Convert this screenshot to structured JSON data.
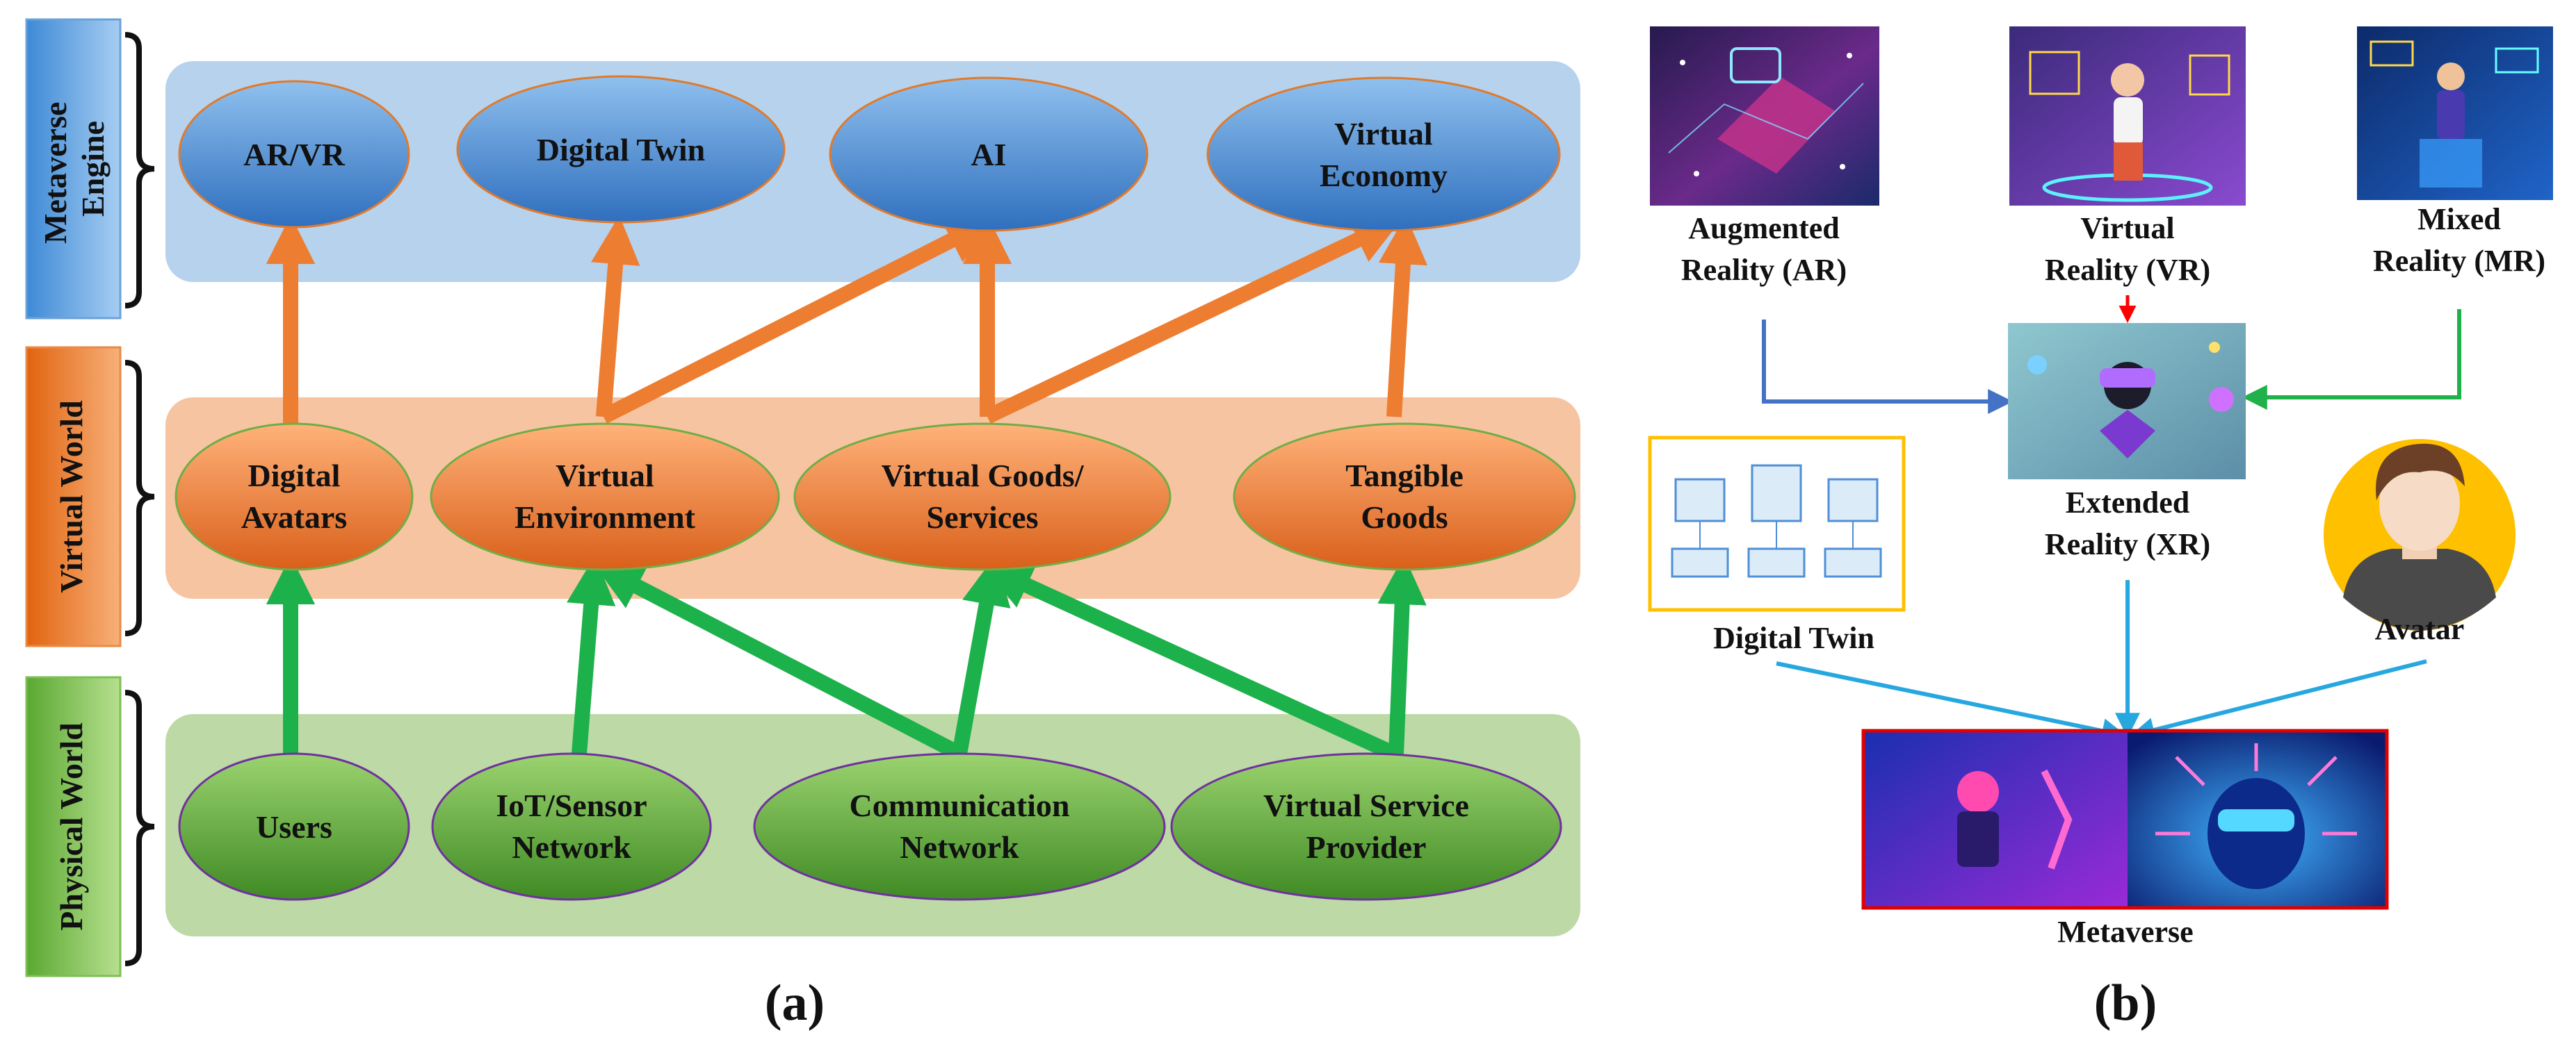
{
  "panel_a": {
    "caption": "(a)",
    "layers": [
      {
        "name": "Metaverse Engine",
        "name_lines": [
          "Metaverse",
          "Engine"
        ],
        "nodes": [
          {
            "id": "ar-vr",
            "lines": [
              "AR/VR"
            ]
          },
          {
            "id": "digital-twin",
            "lines": [
              "Digital Twin"
            ]
          },
          {
            "id": "ai",
            "lines": [
              "AI"
            ]
          },
          {
            "id": "virtual-economy",
            "lines": [
              "Virtual",
              "Economy"
            ]
          }
        ]
      },
      {
        "name": "Virtual World",
        "name_lines": [
          "Virtual World"
        ],
        "nodes": [
          {
            "id": "digital-avatars",
            "lines": [
              "Digital",
              "Avatars"
            ]
          },
          {
            "id": "virtual-environment",
            "lines": [
              "Virtual",
              "Environment"
            ]
          },
          {
            "id": "virtual-goods-services",
            "lines": [
              "Virtual Goods/",
              "Services"
            ]
          },
          {
            "id": "tangible-goods",
            "lines": [
              "Tangible",
              "Goods"
            ]
          }
        ]
      },
      {
        "name": "Physical World",
        "name_lines": [
          "Physical World"
        ],
        "nodes": [
          {
            "id": "users",
            "lines": [
              "Users"
            ]
          },
          {
            "id": "iot-sensor-network",
            "lines": [
              "IoT/Sensor",
              "Network"
            ]
          },
          {
            "id": "communication-network",
            "lines": [
              "Communication",
              "Network"
            ]
          },
          {
            "id": "virtual-service-provider",
            "lines": [
              "Virtual Service",
              "Provider"
            ]
          }
        ]
      }
    ],
    "edges_upper": [
      [
        "digital-avatars",
        "ar-vr"
      ],
      [
        "virtual-environment",
        "digital-twin"
      ],
      [
        "virtual-environment",
        "ai"
      ],
      [
        "virtual-goods-services",
        "ai"
      ],
      [
        "virtual-goods-services",
        "virtual-economy"
      ],
      [
        "tangible-goods",
        "virtual-economy"
      ]
    ],
    "edges_lower": [
      [
        "users",
        "digital-avatars"
      ],
      [
        "iot-sensor-network",
        "virtual-environment"
      ],
      [
        "communication-network",
        "virtual-environment"
      ],
      [
        "communication-network",
        "virtual-goods-services"
      ],
      [
        "virtual-service-provider",
        "virtual-goods-services"
      ],
      [
        "virtual-service-provider",
        "tangible-goods"
      ]
    ],
    "colors": {
      "engine_band": "#b7d2ec",
      "virtual_band": "#f6c4a0",
      "physical_band": "#bcd9a6",
      "engine_node": "#4a8fd4",
      "virtual_node": "#ec7a2c",
      "physical_node": "#5ba23a",
      "orange_arrow": "#ed7d31",
      "green_arrow": "#1db14b"
    }
  },
  "panel_b": {
    "caption": "(b)",
    "nodes": [
      {
        "id": "augmented-reality",
        "lines": [
          "Augmented",
          "Reality (AR)"
        ]
      },
      {
        "id": "virtual-reality",
        "lines": [
          "Virtual",
          "Reality (VR)"
        ]
      },
      {
        "id": "mixed-reality",
        "lines": [
          "Mixed",
          "Reality (MR)"
        ]
      },
      {
        "id": "extended-reality",
        "lines": [
          "Extended",
          "Reality (XR)"
        ]
      },
      {
        "id": "digital-twin-b",
        "lines": [
          "Digital Twin"
        ]
      },
      {
        "id": "avatar",
        "lines": [
          "Avatar"
        ]
      },
      {
        "id": "metaverse",
        "lines": [
          "Metaverse"
        ]
      }
    ],
    "colors": {
      "ar_arrow": "#4472c4",
      "mr_arrow": "#21b14b",
      "vr_arrow": "#ff0000",
      "meta_arrow": "#27a7e0",
      "twin_frame": "#ffc000",
      "meta_frame": "#e00000",
      "avatar_ring": "#ffc000"
    }
  }
}
